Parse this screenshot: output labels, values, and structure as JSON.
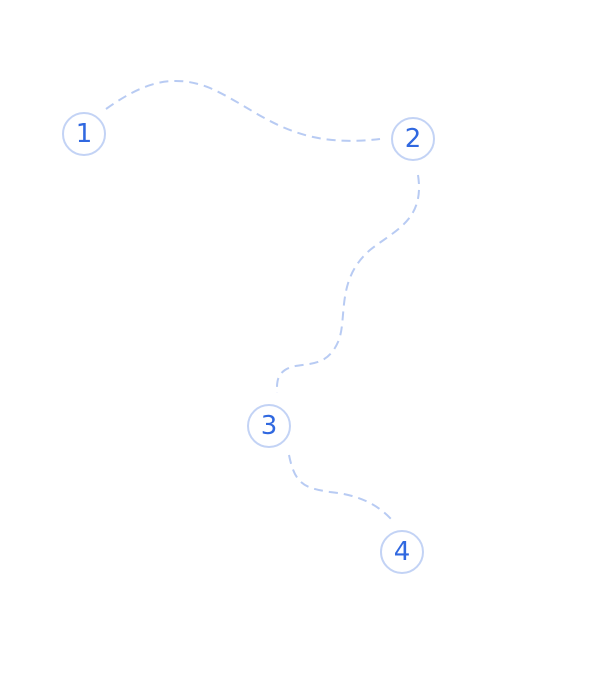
{
  "nodes": [
    {
      "label": "1"
    },
    {
      "label": "2"
    },
    {
      "label": "3"
    },
    {
      "label": "4"
    }
  ],
  "colors": {
    "node_border": "#c3d3f5",
    "node_text": "#3068e0",
    "connector": "#b8cbf3"
  }
}
